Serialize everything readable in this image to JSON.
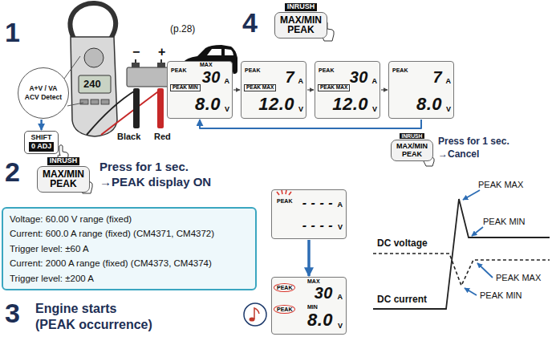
{
  "diagram": {
    "nodes": [
      {
        "text": [
          "A+V / VA",
          "ACV Detect"
        ]
      },
      {
        "text": [
          "SHIFT",
          "0 ADJ"
        ]
      },
      {
        "text": [
          "INRUSH",
          "MAX/MIN PEAK"
        ]
      },
      {
        "text": [
          "MAX",
          "PEAK",
          "30",
          "A",
          "PEAK MIN",
          "8.0",
          "V"
        ]
      },
      {
        "text": [
          "PEAK",
          "7",
          "A",
          "PEAK MAX",
          "12.0",
          "V"
        ]
      },
      {
        "text": [
          "PEAK",
          "30",
          "A",
          "PEAK MAX",
          "12.0",
          "V"
        ]
      },
      {
        "text": [
          "PEAK",
          "7",
          "A",
          "8.0",
          "V"
        ]
      },
      {
        "text": [
          "INRUSH",
          "MAX/MIN PEAK"
        ]
      },
      {
        "text": [
          "INRUSH",
          "MAX/MIN PEAK"
        ]
      },
      {
        "text": [
          "Voltage: 60.00 V range (fixed)",
          "Current: 600.0 A range (fixed) (CM4371, CM4372)",
          "Trigger level: ±60 A",
          "Current: 2000 A range (fixed) (CM4373, CM4374)",
          "Trigger level: ±200 A"
        ]
      },
      {
        "text": [
          "PEAK",
          "- - - -",
          "A",
          "- - - -",
          "V"
        ]
      },
      {
        "text": [
          "PEAK",
          "MAX",
          "30",
          "A",
          "PEAK",
          "MIN",
          "8.0",
          "V"
        ]
      }
    ],
    "edges": [
      {
        "from": 0,
        "to": 1,
        "arrow": "to"
      },
      {
        "from": 3,
        "to": 4,
        "arrow": "to"
      },
      {
        "from": 4,
        "to": 5,
        "arrow": "to"
      },
      {
        "from": 5,
        "to": 6,
        "arrow": "to"
      },
      {
        "from": 6,
        "to": 3,
        "arrow": "to"
      },
      {
        "from": 10,
        "to": 11,
        "arrow": "to"
      }
    ],
    "labels": [
      "1",
      "(p.28)",
      "240",
      "−",
      "+",
      "Black",
      "Red",
      "4",
      "Press for 1 sec.",
      "→Cancel",
      "2",
      "Press for 1 sec.",
      "→PEAK display ON",
      "3",
      "Engine starts",
      "(PEAK occurrence)",
      "PEAK MAX",
      "PEAK MIN",
      "DC voltage",
      "PEAK MAX",
      "PEAK MIN",
      "DC current"
    ]
  }
}
